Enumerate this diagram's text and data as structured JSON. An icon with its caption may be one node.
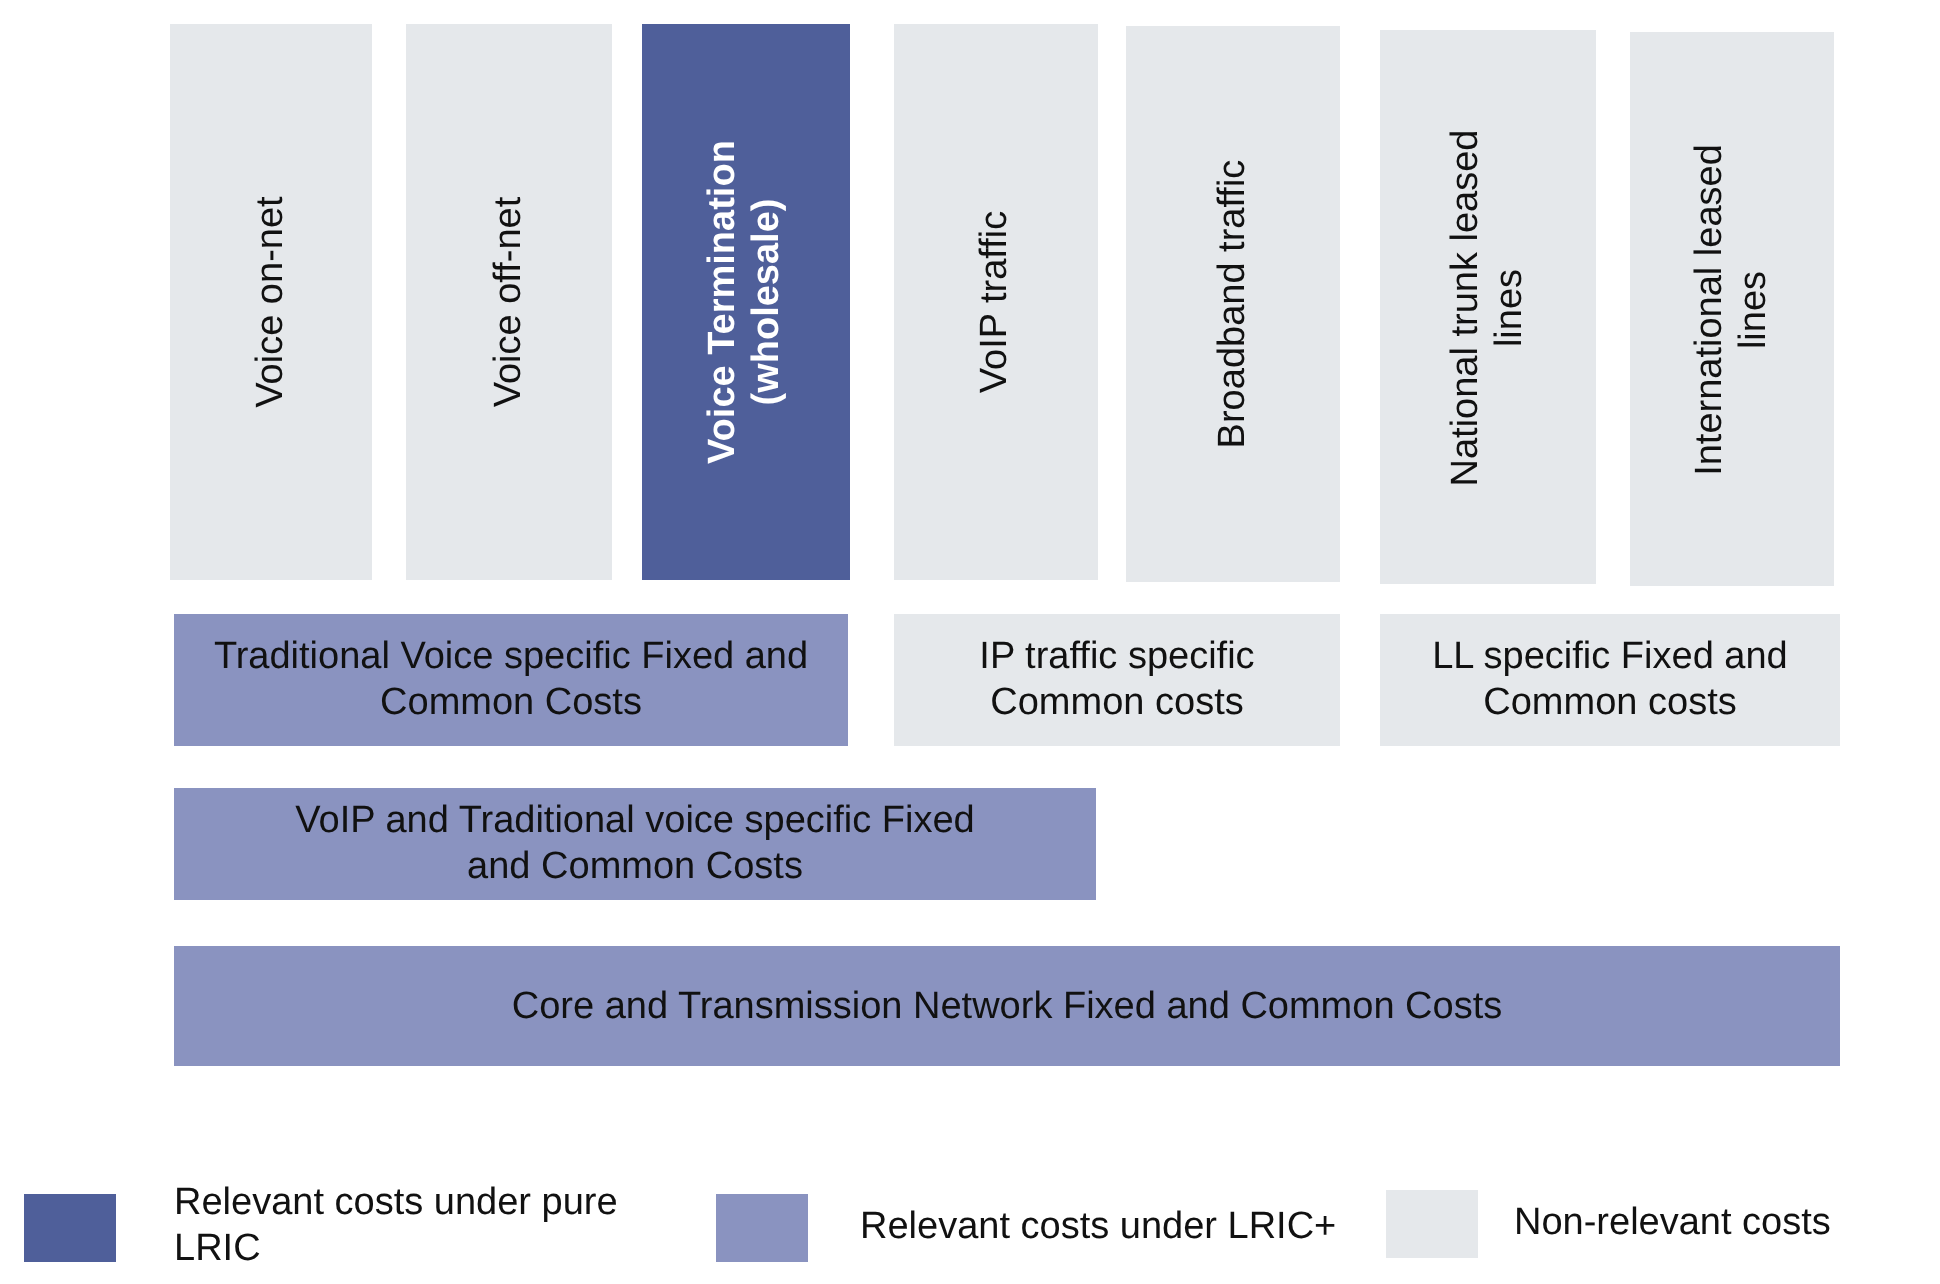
{
  "diagram": {
    "nodes": [
      {
        "text": [
          "Voice on-net"
        ]
      },
      {
        "text": [
          "Voice off-net"
        ]
      },
      {
        "text": [
          "Voice Termination (wholesale)"
        ]
      },
      {
        "text": [
          "VoIP traffic"
        ]
      },
      {
        "text": [
          "Broadband traffic"
        ]
      },
      {
        "text": [
          "National trunk leased lines"
        ]
      },
      {
        "text": [
          "International leased lines"
        ]
      },
      {
        "text": [
          "Traditional Voice specific Fixed and Common Costs"
        ]
      },
      {
        "text": [
          "IP traffic specific Common costs"
        ]
      },
      {
        "text": [
          "LL specific Fixed and Common costs"
        ]
      },
      {
        "text": [
          "VoIP and Traditional voice specific Fixed and Common Costs"
        ]
      },
      {
        "text": [
          "Core and Transmission Network Fixed and Common Costs"
        ]
      }
    ],
    "legend": [
      {
        "text": "Relevant costs under pure LRIC",
        "color": "#4f5f9a"
      },
      {
        "text": "Relevant costs under LRIC+",
        "color": "#8a93c0"
      },
      {
        "text": "Non-relevant costs",
        "color": "#e5e8eb"
      }
    ]
  }
}
